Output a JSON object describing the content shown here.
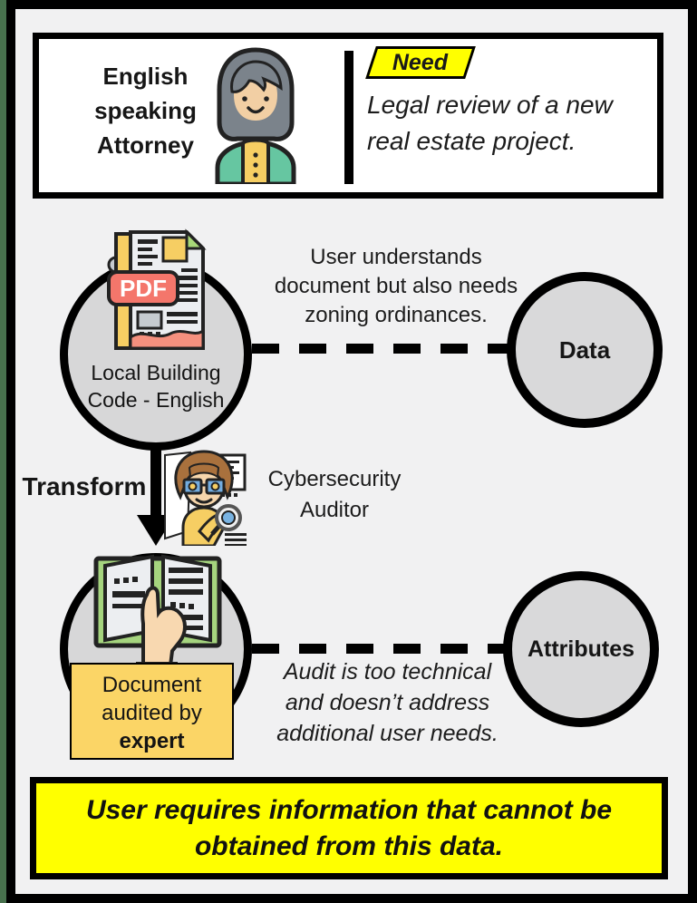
{
  "frame": {
    "background": "#F1F1F2",
    "border_green": "#47704D",
    "border_black": "#000000"
  },
  "persona_card": {
    "name_lines": [
      "English",
      "speaking",
      "Attorney"
    ],
    "need_tag": "Need",
    "need_tag_color": "#FFFF00",
    "need_lines": [
      "Legal review of a new",
      "real estate project."
    ]
  },
  "data_row": {
    "source_label_lines": [
      "Local Building",
      "Code - English"
    ],
    "note_lines": [
      "User understands",
      "document but also needs",
      "zoning ordinances."
    ],
    "node_label": "Data",
    "node_fill": "#D9D9DA"
  },
  "transform_step": {
    "label": "Transform",
    "actor_lines": [
      "Cybersecurity",
      "Auditor"
    ]
  },
  "attributes_row": {
    "result_lines": [
      "Document",
      "audited by"
    ],
    "result_emphasis": "expert",
    "result_box_color": "#FBD566",
    "note_lines": [
      "Audit is too technical",
      "and doesn’t address",
      "additional user needs."
    ],
    "node_label": "Attributes"
  },
  "conclusion": {
    "lines": [
      "User requires information that cannot be",
      "obtained from this data."
    ],
    "highlight_color": "#FFFF00"
  },
  "icons": {
    "pdf_badge_text": "PDF",
    "attorney_avatar": "attorney-woman-avatar-icon",
    "pdf_document": "pdf-document-icon",
    "auditor": "cybersecurity-auditor-icon",
    "open_book": "hand-holding-open-book-icon",
    "transform_arrow": "down-arrow-icon"
  }
}
